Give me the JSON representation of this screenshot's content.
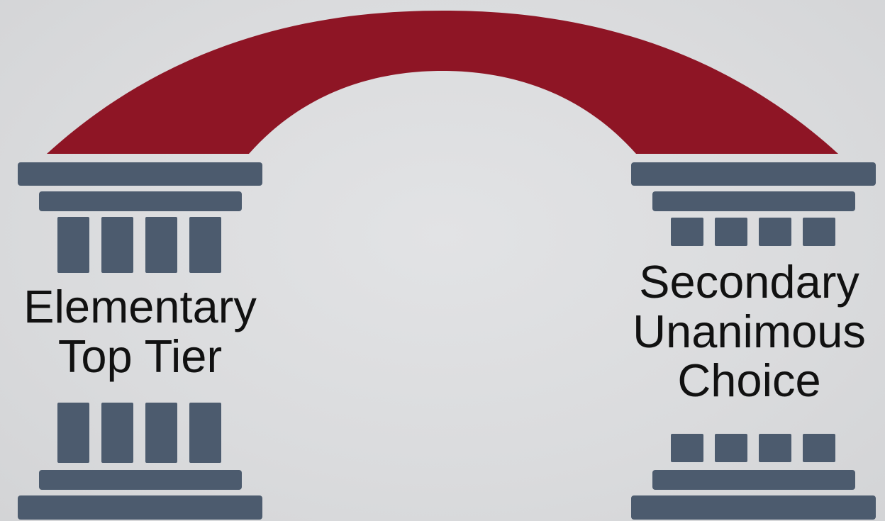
{
  "colors": {
    "arch": "#8e1525",
    "pillar": "#4c5b6e",
    "background": "#dcdddf",
    "text": "#111111"
  },
  "left_pillar": {
    "label_lines": [
      "Elementary",
      "Top Tier"
    ]
  },
  "right_pillar": {
    "label_lines": [
      "Secondary",
      "Unanimous",
      "Choice"
    ]
  }
}
